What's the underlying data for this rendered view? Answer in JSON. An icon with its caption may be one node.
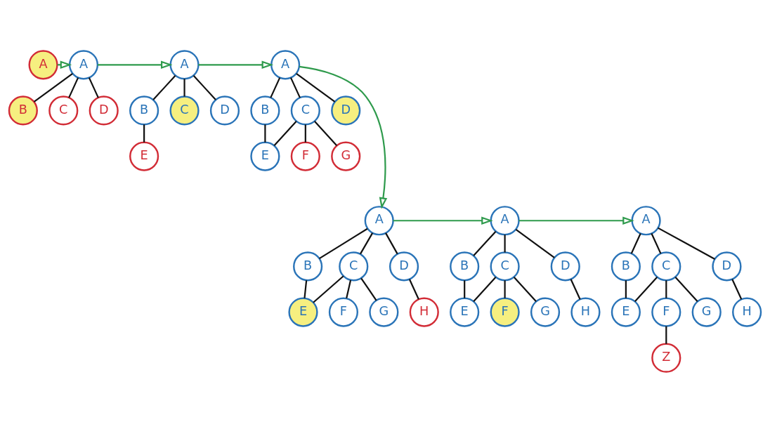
{
  "diagram": {
    "nodes": [
      {
        "text": [
          "A"
        ]
      },
      {
        "text": [
          "A"
        ]
      },
      {
        "text": [
          "B"
        ]
      },
      {
        "text": [
          "C"
        ]
      },
      {
        "text": [
          "D"
        ]
      },
      {
        "text": [
          "A"
        ]
      },
      {
        "text": [
          "B"
        ]
      },
      {
        "text": [
          "C"
        ]
      },
      {
        "text": [
          "D"
        ]
      },
      {
        "text": [
          "E"
        ]
      },
      {
        "text": [
          "A"
        ]
      },
      {
        "text": [
          "B"
        ]
      },
      {
        "text": [
          "C"
        ]
      },
      {
        "text": [
          "D"
        ]
      },
      {
        "text": [
          "E"
        ]
      },
      {
        "text": [
          "F"
        ]
      },
      {
        "text": [
          "G"
        ]
      },
      {
        "text": [
          "A"
        ]
      },
      {
        "text": [
          "B"
        ]
      },
      {
        "text": [
          "C"
        ]
      },
      {
        "text": [
          "D"
        ]
      },
      {
        "text": [
          "E"
        ]
      },
      {
        "text": [
          "F"
        ]
      },
      {
        "text": [
          "G"
        ]
      },
      {
        "text": [
          "H"
        ]
      },
      {
        "text": [
          "A"
        ]
      },
      {
        "text": [
          "B"
        ]
      },
      {
        "text": [
          "C"
        ]
      },
      {
        "text": [
          "D"
        ]
      },
      {
        "text": [
          "E"
        ]
      },
      {
        "text": [
          "F"
        ]
      },
      {
        "text": [
          "G"
        ]
      },
      {
        "text": [
          "H"
        ]
      },
      {
        "text": [
          "A"
        ]
      },
      {
        "text": [
          "B"
        ]
      },
      {
        "text": [
          "C"
        ]
      },
      {
        "text": [
          "D"
        ]
      },
      {
        "text": [
          "E"
        ]
      },
      {
        "text": [
          "F"
        ]
      },
      {
        "text": [
          "G"
        ]
      },
      {
        "text": [
          "H"
        ]
      },
      {
        "text": [
          "Z"
        ]
      }
    ],
    "edges": [
      {
        "from": 0,
        "to": 1,
        "arrow": "to",
        "color": "#2e9a4c"
      },
      {
        "from": 1,
        "to": 2,
        "arrow": "none"
      },
      {
        "from": 1,
        "to": 3,
        "arrow": "none"
      },
      {
        "from": 1,
        "to": 4,
        "arrow": "none"
      },
      {
        "from": 1,
        "to": 5,
        "arrow": "to",
        "color": "#2e9a4c"
      },
      {
        "from": 5,
        "to": 6,
        "arrow": "none"
      },
      {
        "from": 5,
        "to": 7,
        "arrow": "none"
      },
      {
        "from": 5,
        "to": 8,
        "arrow": "none"
      },
      {
        "from": 6,
        "to": 9,
        "arrow": "none"
      },
      {
        "from": 5,
        "to": 10,
        "arrow": "to",
        "color": "#2e9a4c"
      },
      {
        "from": 10,
        "to": 11,
        "arrow": "none"
      },
      {
        "from": 10,
        "to": 12,
        "arrow": "none"
      },
      {
        "from": 10,
        "to": 13,
        "arrow": "none"
      },
      {
        "from": 11,
        "to": 14,
        "arrow": "none"
      },
      {
        "from": 12,
        "to": 14,
        "arrow": "none"
      },
      {
        "from": 12,
        "to": 15,
        "arrow": "none"
      },
      {
        "from": 12,
        "to": 16,
        "arrow": "none"
      },
      {
        "from": 10,
        "to": 17,
        "arrow": "to",
        "color": "#2e9a4c"
      },
      {
        "from": 17,
        "to": 18,
        "arrow": "none"
      },
      {
        "from": 17,
        "to": 19,
        "arrow": "none"
      },
      {
        "from": 17,
        "to": 20,
        "arrow": "none"
      },
      {
        "from": 18,
        "to": 21,
        "arrow": "none"
      },
      {
        "from": 19,
        "to": 21,
        "arrow": "none"
      },
      {
        "from": 19,
        "to": 22,
        "arrow": "none"
      },
      {
        "from": 19,
        "to": 23,
        "arrow": "none"
      },
      {
        "from": 20,
        "to": 24,
        "arrow": "none"
      },
      {
        "from": 17,
        "to": 25,
        "arrow": "to",
        "color": "#2e9a4c"
      },
      {
        "from": 25,
        "to": 26,
        "arrow": "none"
      },
      {
        "from": 25,
        "to": 27,
        "arrow": "none"
      },
      {
        "from": 25,
        "to": 28,
        "arrow": "none"
      },
      {
        "from": 26,
        "to": 29,
        "arrow": "none"
      },
      {
        "from": 27,
        "to": 29,
        "arrow": "none"
      },
      {
        "from": 27,
        "to": 30,
        "arrow": "none"
      },
      {
        "from": 27,
        "to": 31,
        "arrow": "none"
      },
      {
        "from": 28,
        "to": 32,
        "arrow": "none"
      },
      {
        "from": 25,
        "to": 33,
        "arrow": "to",
        "color": "#2e9a4c"
      },
      {
        "from": 33,
        "to": 34,
        "arrow": "none"
      },
      {
        "from": 33,
        "to": 35,
        "arrow": "none"
      },
      {
        "from": 33,
        "to": 36,
        "arrow": "none"
      },
      {
        "from": 34,
        "to": 37,
        "arrow": "none"
      },
      {
        "from": 35,
        "to": 37,
        "arrow": "none"
      },
      {
        "from": 35,
        "to": 38,
        "arrow": "none"
      },
      {
        "from": 35,
        "to": 39,
        "arrow": "none"
      },
      {
        "from": 36,
        "to": 40,
        "arrow": "none"
      },
      {
        "from": 38,
        "to": 41,
        "arrow": "none"
      }
    ]
  }
}
